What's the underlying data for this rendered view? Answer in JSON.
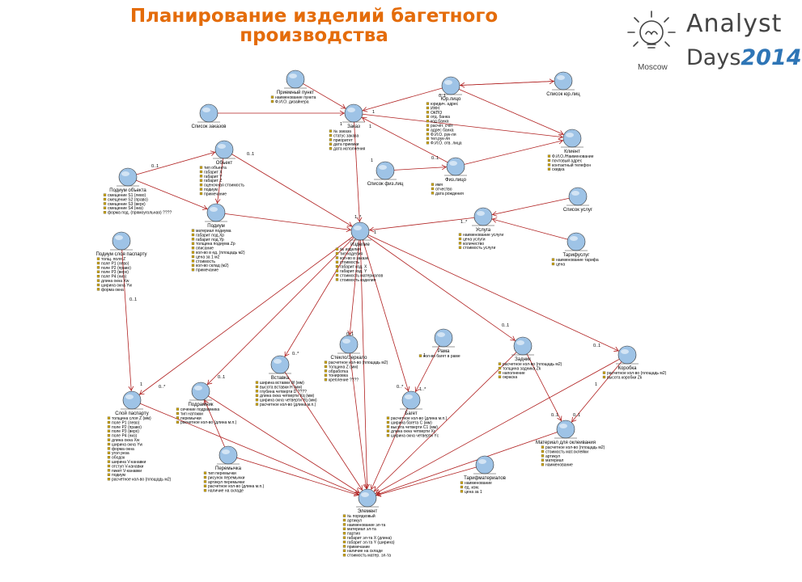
{
  "title": "Планирование изделий багетного производства",
  "logo": {
    "line1": "Analyst",
    "line2": "Days",
    "year": "2014",
    "city": "Moscow",
    "brand_color": "#2e75b6",
    "icon": "lightbulb-icon"
  },
  "colors": {
    "title": "#e46c0a",
    "line": "#b02020",
    "node": "#9ec3e6"
  },
  "classes": [
    {
      "id": "priemny",
      "name": "Приемный пункт",
      "attrs": [
        "наименование пункта",
        "Ф.И.О. дизайнера"
      ]
    },
    {
      "id": "zakaz",
      "name": "Заказ",
      "attrs": [
        "№ заказа",
        "статус заказа",
        "приоритет",
        "дата приемки",
        "дата исполнения"
      ]
    },
    {
      "id": "spisok_zakazov",
      "name": "Список заказов",
      "attrs": []
    },
    {
      "id": "yurlitso",
      "name": "Юр.лицо",
      "attrs": [
        "юридич. адрес",
        "ИНН",
        "ОКПО",
        "отд. банка",
        "код банка",
        "расчёт. счёт",
        "адрес банка",
        "Ф.И.О. рук-ля",
        "тел.рук-ля",
        "Ф.И.О. отв. лица"
      ]
    },
    {
      "id": "spisok_yurlits",
      "name": "Список юр.лиц",
      "attrs": []
    },
    {
      "id": "klient",
      "name": "Клиент",
      "attrs": [
        "Ф.И.О./Наименование",
        "почтовый адрес",
        "контактный телефон",
        "скидка"
      ]
    },
    {
      "id": "fizlitso",
      "name": "Физ.лицо",
      "attrs": [
        "имя",
        "отчество",
        "дата рождения"
      ]
    },
    {
      "id": "spisok_fizlits",
      "name": "Список физ.лиц",
      "attrs": []
    },
    {
      "id": "obekt",
      "name": "Объект",
      "attrs": [
        "тип объекта",
        "габарит X",
        "габарит Y",
        "габарит Z",
        "оценочная стоимость",
        "подиум",
        "примечание"
      ]
    },
    {
      "id": "podium_obekta",
      "name": "Подиум объекта",
      "attrs": [
        "смещение S1 (лево)",
        "смещение S2 (право)",
        "смещение S3 (верх)",
        "смещение S4 (низ)",
        "форма под. (прямоугольная) ????"
      ]
    },
    {
      "id": "podium",
      "name": "Подиум",
      "attrs": [
        "материал подиума",
        "габарит под.Xp",
        "габарит под.Yp",
        "толщина подиума Zp",
        "описание",
        "кол-во в ед. (площадь м2)",
        "цена за 1 м2",
        "стоимость",
        "кол-во склад (м2)",
        "примечание"
      ]
    },
    {
      "id": "podium_sloya",
      "name": "Подиум слоя паспарту",
      "attrs": [
        "толщ. поля Z",
        "поле P1 (лево)",
        "поле P2 (право)",
        "поле P3 (верх)",
        "поле P4 (низ)",
        "длина окна Xw",
        "ширина окна Yw",
        "форма окна"
      ]
    },
    {
      "id": "izdelie",
      "name": "Изделие",
      "attrs": [
        "№ изделия",
        "тип изделия",
        "кол-во в заказе",
        "стоимость",
        "габарит изд. X",
        "габарит изд. Y",
        "стоимость материалов",
        "стоимость изделия"
      ]
    },
    {
      "id": "usluga",
      "name": "Услуга",
      "attrs": [
        "наименование услуги",
        "цена услуги",
        "количество",
        "стоимость услуги"
      ]
    },
    {
      "id": "spisok_uslug",
      "name": "Список услуг",
      "attrs": []
    },
    {
      "id": "tarifuslug",
      "name": "Тарифуслуг",
      "attrs": [
        "наименование тарифа",
        "цена"
      ]
    },
    {
      "id": "steklo",
      "name": "Стекло/Зеркало",
      "attrs": [
        "расчетное кол-во (площадь м2)",
        "толщина Z (мм)",
        "обработка",
        "тонировка",
        "крепление ????"
      ]
    },
    {
      "id": "vstavka",
      "name": "Вставка",
      "attrs": [
        "ширина вставки W (мм)",
        "высота вставки H (мм)",
        "глубина четверти D ????",
        "длина окна четверти Xq (мм)",
        "ширина окна четверти Yq (мм)",
        "расчетное кол-во (длина м.п.)"
      ]
    },
    {
      "id": "rama",
      "name": "Рама",
      "attrs": [
        "кол-во багет в раме"
      ]
    },
    {
      "id": "zadnik",
      "name": "Задник",
      "attrs": [
        "расчетное кол-во (площадь м2)",
        "толщина задника Zk",
        "наполнение",
        "окраска"
      ]
    },
    {
      "id": "korobka",
      "name": "Коробка",
      "attrs": [
        "расчетное кол-во (площадь м2)",
        "высота коробки Zk"
      ]
    },
    {
      "id": "podramnik",
      "name": "Подрамник",
      "attrs": [
        "сечение подрамника",
        "тип натяжки",
        "перемычки",
        "расчетное кол-во (длина м.п.)"
      ]
    },
    {
      "id": "peremychka",
      "name": "Перемычка",
      "attrs": [
        "тип перемычки",
        "рисунок перемычки",
        "артикул перемычки",
        "расчетное кол-во (длина м.п.)",
        "наличие на складе"
      ]
    },
    {
      "id": "sloy",
      "name": "Слой паспарту",
      "attrs": [
        "толщина слоя Z (мм)",
        "поле P1 (лево)",
        "поле P2 (право)",
        "поле P3 (верх)",
        "поле P4 (низ)",
        "длина окна Xw",
        "ширина окна Yw",
        "форма окна",
        "угол реза",
        "ободок",
        "ширина V-канавки",
        "отступ V-канавки",
        "пикет V-канавки",
        "подиум",
        "расчетное кол-во (площадь м2)"
      ]
    },
    {
      "id": "baget",
      "name": "Багет",
      "attrs": [
        "расчетное кол-во (длина м.п.)",
        "ширина багета C (мм)",
        "высота четверти C1 (мм)",
        "длина окна четверти Xc",
        "ширина окна четверти Yc"
      ]
    },
    {
      "id": "material",
      "name": "Материал для оклеивания",
      "attrs": [
        "расчетное кол-во (площадь м2)",
        "стоимость мат.оклейки",
        "артикул",
        "материал",
        "наименование"
      ]
    },
    {
      "id": "tarifmaterialov",
      "name": "Тарифматериалов",
      "attrs": [
        "наименование",
        "ед. изм.",
        "цена за 1"
      ]
    },
    {
      "id": "element",
      "name": "Элемент",
      "attrs": [
        "№ порядковый",
        "артикул",
        "наименование эл-та",
        "материал эл-та",
        "партия",
        "габарит эл-та X (длина)",
        "габарит эл-та Y (ширина)",
        "примечание",
        "наличие на складе",
        "стоимость матер. эл-та"
      ]
    }
  ],
  "multiplicities": {
    "m_yur_01": "0..1",
    "m_yur_1": "1",
    "m_zak_1a": "1",
    "m_zak_1b": "1",
    "m_zak_1c": "1",
    "m_obj_01": "0..1",
    "m_pod_01": "0..1",
    "m_fiz_01": "0..1",
    "m_izd_1s": "1..*",
    "m_izd_1": "1",
    "m_usl_1s": "1..*",
    "m_slo_01": "0..1",
    "m_slo_1": "1",
    "m_sl_0s": "0..*",
    "m_vst_0s": "0..*",
    "m_ste_01": "0..1",
    "m_pr_01": "0..1",
    "m_bag_0s": "0..*",
    "m_bag_1s": "1..*",
    "m_rama_1": "1",
    "m_zad_01": "0..1",
    "m_kor_01": "0..1",
    "m_kor_1": "1",
    "m_mat_01a": "0..1",
    "m_mat_01b": "0..1"
  }
}
